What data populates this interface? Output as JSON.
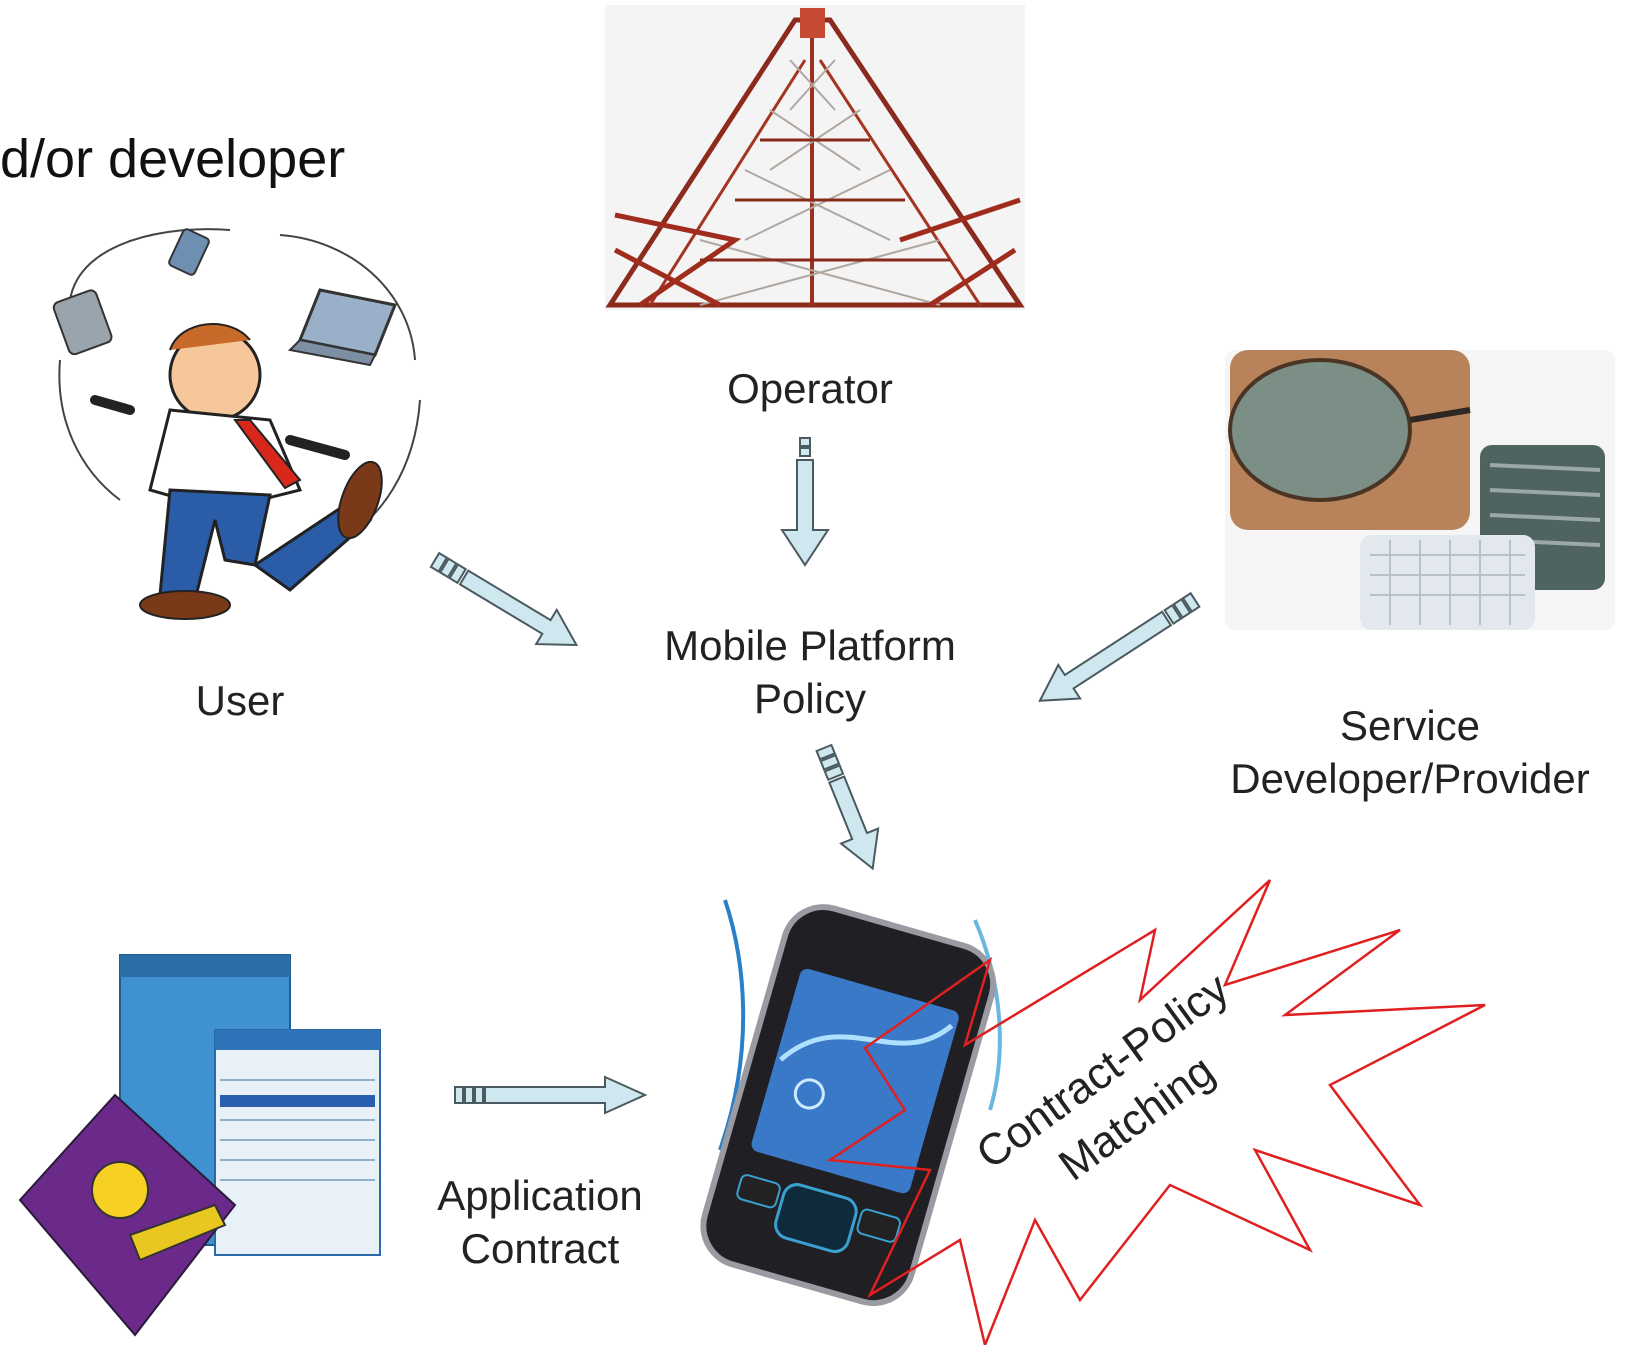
{
  "slide": {
    "partial_heading": "d/or developer"
  },
  "nodes": {
    "operator": "Operator",
    "policy_line1": "Mobile Platform",
    "policy_line2": "Policy",
    "user": "User",
    "service_line1": "Service",
    "service_line2": "Developer/Provider",
    "contract_line1": "Application",
    "contract_line2": "Contract",
    "burst_line1": "Contract-Policy",
    "burst_line2": "Matching"
  },
  "colors": {
    "arrow_fill": "#cfe7ee",
    "arrow_stroke": "#4a5a60",
    "burst_stroke": "#e02020"
  }
}
